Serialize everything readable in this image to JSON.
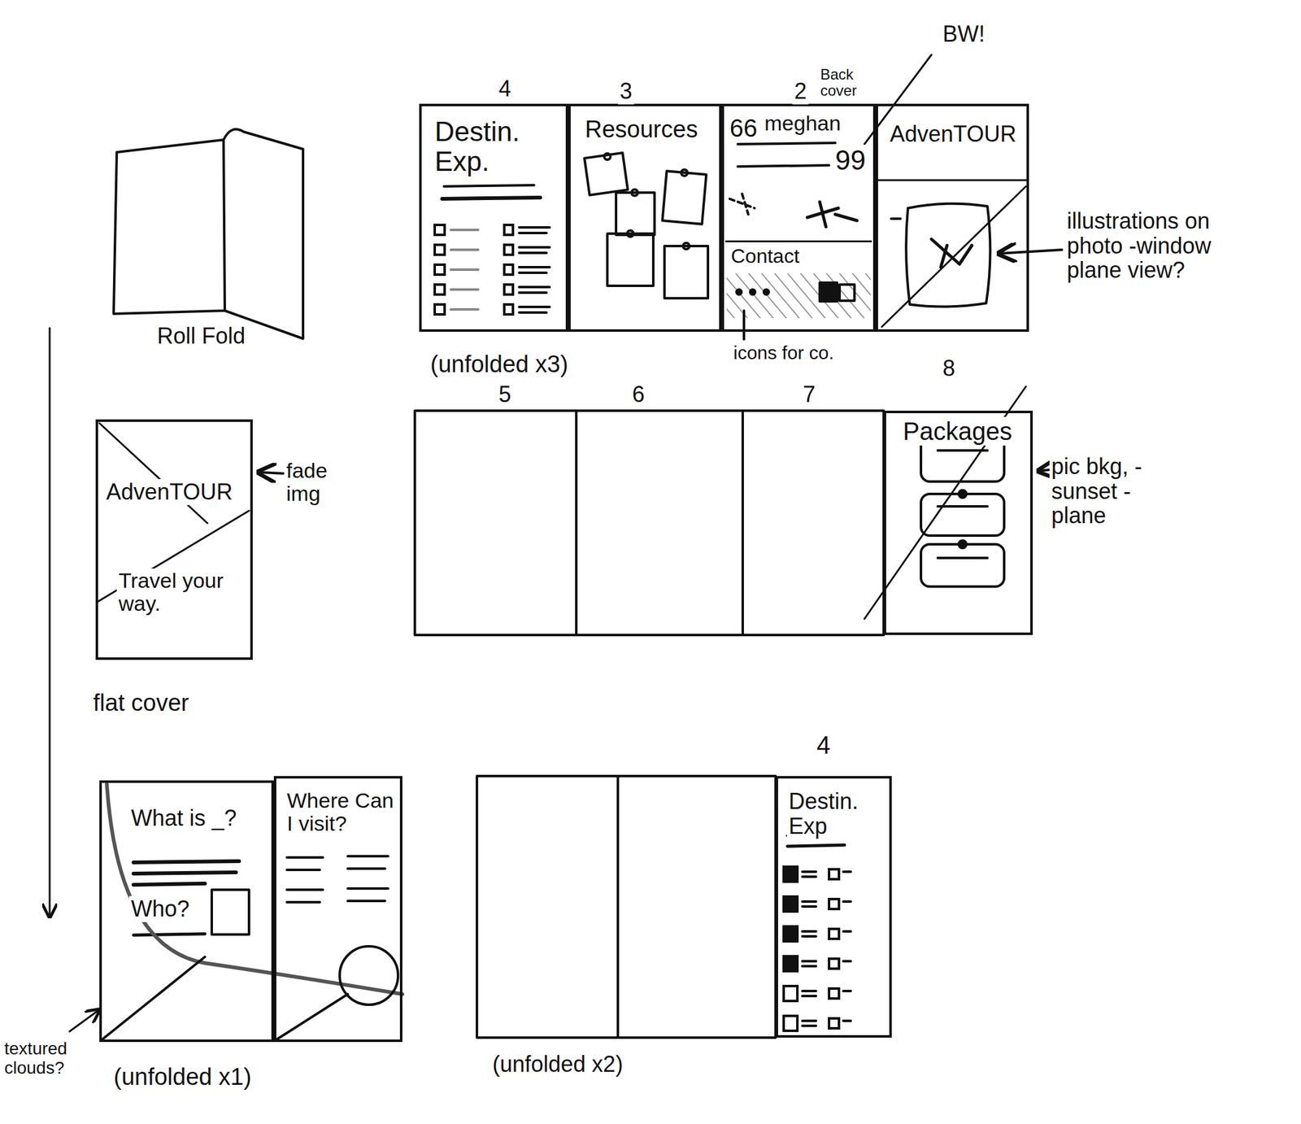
{
  "diagram": {
    "nodes": [
      {
        "text": [
          "Destin. Exp."
        ]
      },
      {
        "text": [
          "Resources"
        ]
      },
      {
        "text": [
          "66",
          "meghan",
          "99"
        ]
      },
      {
        "text": [
          "Contact"
        ],
        "in": 2
      },
      {
        "text": [
          "AdvenTOUR"
        ]
      },
      {
        "text": [
          "Packages"
        ]
      },
      {
        "text": [
          "AdvenTOUR",
          "Travel your way."
        ]
      },
      {
        "text": [
          "What is _?",
          "Who?"
        ]
      },
      {
        "text": [
          "Where Can I visit?"
        ]
      },
      {
        "text": [
          "Destin. Exp"
        ]
      }
    ],
    "labels": [
      "Roll Fold",
      "4",
      "3",
      "2",
      "Back cover",
      "BW!",
      "icons for co.",
      "illustrations on photo -window plane view?",
      "(unfolded x3)",
      "5",
      "6",
      "7",
      "8",
      "pic bkg, -sunset -plane",
      "fade img",
      "flat cover",
      "textured clouds?",
      "(unfolded x1)",
      "(unfolded x2)",
      "4"
    ]
  }
}
